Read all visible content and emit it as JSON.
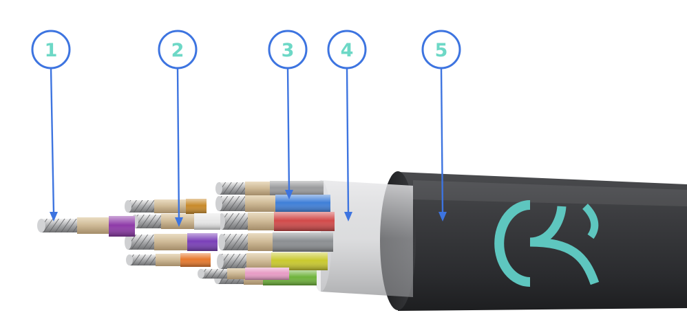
{
  "colors": {
    "callout_ring": "#3d74e0",
    "callout_number": "#6dd8c6",
    "arrow": "#3d74e0",
    "jacket": "#2f3033",
    "logo": "#5ec6bf",
    "conductor": "#b9babc",
    "fibre_wrap": "#d4c2a4"
  },
  "callouts": [
    {
      "number": "1"
    },
    {
      "number": "2"
    },
    {
      "number": "3"
    },
    {
      "number": "4"
    },
    {
      "number": "5"
    }
  ],
  "core_colors": [
    "#8e3aa8",
    "#7a3fb8",
    "#e7e7e7",
    "#c88a2a",
    "#e7792d",
    "#3f7fd8",
    "#d24a4a",
    "#8c8f92",
    "#c9c92e",
    "#6fb33b",
    "#e89cc5",
    "#9a9b9d"
  ],
  "icons": {
    "logo": "brand-logo-icon"
  }
}
